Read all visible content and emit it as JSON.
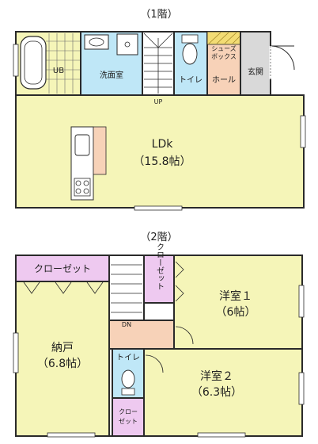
{
  "floors": {
    "first": {
      "title": "（1階）",
      "rooms": {
        "bath": "UB",
        "washroom": "洗面室",
        "toilet": "トイレ",
        "shoe_box_line1": "シューズ",
        "shoe_box_line2": "ボックス",
        "hall": "ホール",
        "entrance": "玄関",
        "ldk_name": "LDk",
        "ldk_size": "（15.8帖）",
        "stairs_up": "UP"
      }
    },
    "second": {
      "title": "（2階）",
      "rooms": {
        "closet_top": "クローゼット",
        "closet_stair": "クローゼット",
        "storage_name": "納戸",
        "storage_size": "（6.8帖）",
        "western1_name": "洋室１",
        "western1_size": "（6帖）",
        "western2_name": "洋室２",
        "western2_size": "（6.3帖）",
        "toilet": "トイレ",
        "closet_small_line1": "クロー",
        "closet_small_line2": "ゼット",
        "stairs_down": "DN"
      }
    }
  },
  "colors": {
    "living": "#f5f5b8",
    "wet_area": "#bfe7f7",
    "hall": "#f7d2b8",
    "closet": "#eec9f0",
    "shoe_box": "#f3dc74",
    "entrance": "#d9d9d9",
    "wall": "#2a2a2a"
  }
}
